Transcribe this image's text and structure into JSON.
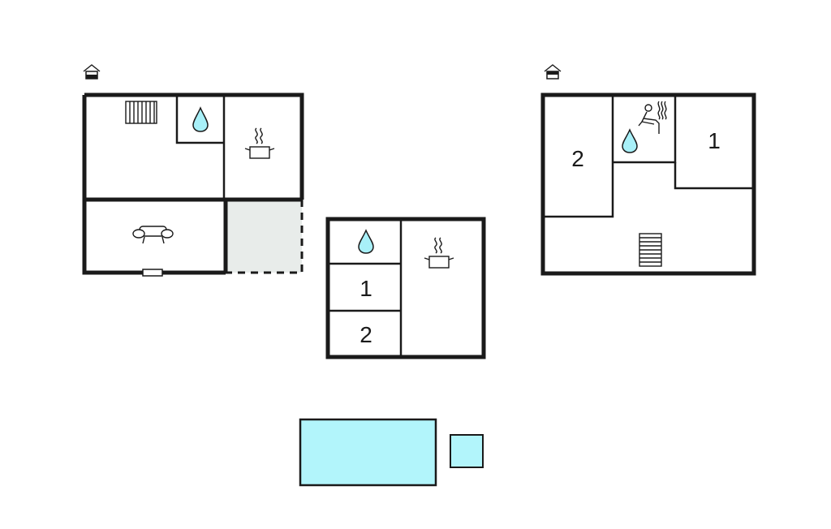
{
  "colors": {
    "wall": "#1a1a1a",
    "water": "#a8f0f8",
    "terrace": "#e8ecea",
    "pool": "#b2f5fb"
  },
  "floor_plans": [
    {
      "id": "plan-left",
      "level_icon": "ground-floor-house-icon",
      "rooms": [
        {
          "type": "heater",
          "icon": "radiator-icon"
        },
        {
          "type": "bathroom",
          "icon": "water-drop-icon"
        },
        {
          "type": "kitchen",
          "icon": "cooking-pot-icon"
        },
        {
          "type": "living-room",
          "icon": "sofa-icon"
        },
        {
          "type": "terrace",
          "icon": ""
        }
      ]
    },
    {
      "id": "plan-middle",
      "rooms": [
        {
          "type": "bathroom",
          "icon": "water-drop-icon"
        },
        {
          "type": "bedroom",
          "label": "1"
        },
        {
          "type": "bedroom",
          "label": "2"
        },
        {
          "type": "kitchen",
          "icon": "cooking-pot-icon"
        }
      ]
    },
    {
      "id": "plan-right",
      "level_icon": "upper-floor-house-icon",
      "rooms": [
        {
          "type": "bedroom",
          "label": "2"
        },
        {
          "type": "sauna",
          "icon": "sauna-icon"
        },
        {
          "type": "bathroom",
          "icon": "water-drop-icon"
        },
        {
          "type": "bedroom",
          "label": "1"
        },
        {
          "type": "hall",
          "icon": "stairs-icon"
        }
      ]
    }
  ],
  "pool": {
    "icon": "pool"
  },
  "hot_tub": {
    "icon": "hot-tub"
  }
}
